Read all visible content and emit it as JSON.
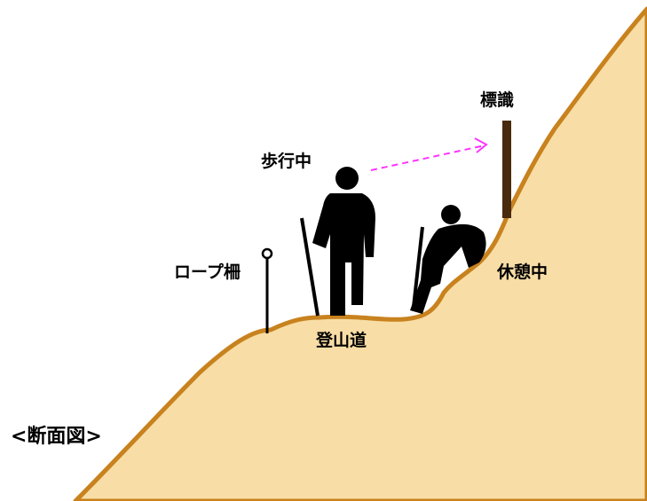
{
  "diagram": {
    "section_label": "<断面図>",
    "labels": {
      "walking": "歩行中",
      "sign": "標識",
      "rope_fence": "ロープ柵",
      "resting": "休憩中",
      "trail": "登山道"
    },
    "colors": {
      "ground_fill": "#F8DDA6",
      "ground_outline": "#C8821E",
      "arrow": "#FF33FF",
      "sign_post": "#4A2A0C",
      "figure": "#000000"
    }
  }
}
